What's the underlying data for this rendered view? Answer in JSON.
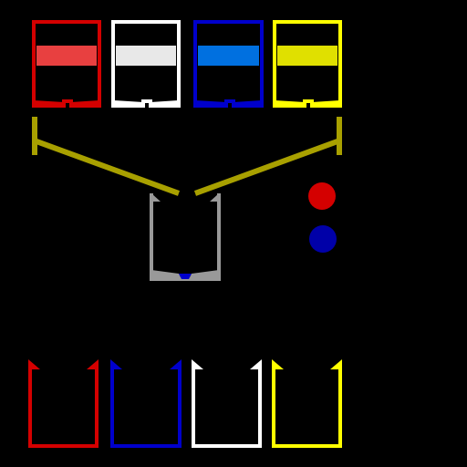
{
  "colors": {
    "background": "#000000",
    "red": "#d40000",
    "white": "#ffffff",
    "blue": "#0000cc",
    "yellow": "#ffff00",
    "olive": "#a8a000",
    "gray": "#999999",
    "dispenser_blue": "#0000cc",
    "red_fill": "#e84040",
    "white_fill": "#e8e8e8",
    "blue_fill": "#0070e0",
    "yellow_fill": "#e0e000",
    "indicator_red": "#d40000",
    "indicator_blue": "#0000a8"
  },
  "source_containers": [
    {
      "id": "red",
      "color_key": "red",
      "fill_key": "red_fill",
      "icon": "container-red"
    },
    {
      "id": "white",
      "color_key": "white",
      "fill_key": "white_fill",
      "icon": "container-white"
    },
    {
      "id": "blue",
      "color_key": "blue",
      "fill_key": "blue_fill",
      "icon": "container-blue"
    },
    {
      "id": "yellow",
      "color_key": "yellow",
      "fill_key": "yellow_fill",
      "icon": "container-yellow"
    }
  ],
  "target_cups": [
    {
      "id": "red",
      "color_key": "red"
    },
    {
      "id": "blue",
      "color_key": "blue"
    },
    {
      "id": "white",
      "color_key": "white"
    },
    {
      "id": "yellow",
      "color_key": "yellow"
    }
  ],
  "indicators": [
    {
      "id": "red",
      "color_key": "indicator_red"
    },
    {
      "id": "blue",
      "color_key": "indicator_blue"
    }
  ]
}
